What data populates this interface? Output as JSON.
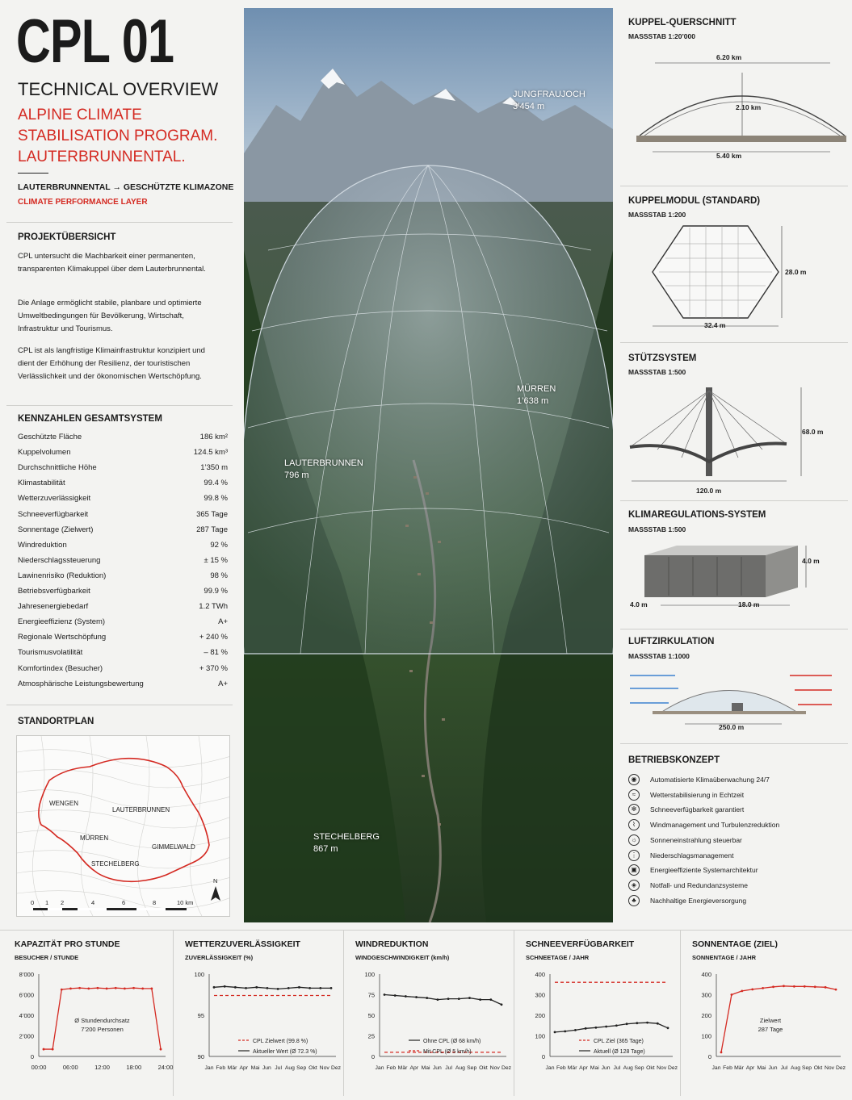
{
  "header": {
    "title": "CPL 01",
    "subtitle": "TECHNICAL OVERVIEW",
    "red_lines": [
      "ALPINE CLIMATE",
      "STABILISATION PROGRAM.",
      "LAUTERBRUNNENTAL."
    ],
    "route": "LAUTERBRUNNENTAL → GESCHÜTZTE KLIMAZONE",
    "route_sub": "CLIMATE PERFORMANCE LAYER"
  },
  "overview": {
    "title": "PROJEKTÜBERSICHT",
    "paragraphs": [
      "CPL untersucht die Machbarkeit einer permanenten, transparenten Klimakuppel über dem Lauterbrunnental.",
      "Die Anlage ermöglicht stabile, planbare und optimierte Umweltbedingungen für Bevölkerung, Wirtschaft, Infrastruktur und Tourismus.",
      "CPL ist als langfristige Klimainfrastruktur konzipiert und dient der Erhöhung der Resilienz, der touristischen Verlässlichkeit und der ökonomischen Wertschöpfung."
    ]
  },
  "kennzahlen": {
    "title": "KENNZAHLEN GESAMTSYSTEM",
    "rows": [
      {
        "label": "Geschützte Fläche",
        "value": "186 km²"
      },
      {
        "label": "Kuppelvolumen",
        "value": "124.5 km³"
      },
      {
        "label": "Durchschnittliche Höhe",
        "value": "1’350 m"
      },
      {
        "label": "Klimastabilität",
        "value": "99.4 %"
      },
      {
        "label": "Wetterzuverlässigkeit",
        "value": "99.8 %"
      },
      {
        "label": "Schneeverfügbarkeit",
        "value": "365 Tage"
      },
      {
        "label": "Sonnentage (Zielwert)",
        "value": "287 Tage"
      },
      {
        "label": "Windreduktion",
        "value": "92 %"
      },
      {
        "label": "Niederschlagssteuerung",
        "value": "± 15 %"
      },
      {
        "label": "Lawinenrisiko (Reduktion)",
        "value": "98 %"
      },
      {
        "label": "Betriebsverfügbarkeit",
        "value": "99.9 %"
      },
      {
        "label": "Jahresenergiebedarf",
        "value": "1.2 TWh"
      },
      {
        "label": "Energieeffizienz (System)",
        "value": "A+"
      },
      {
        "label": "Regionale Wertschöpfung",
        "value": "+ 240 %"
      },
      {
        "label": "Tourismusvolatilität",
        "value": "– 81 %"
      },
      {
        "label": "Komfortindex (Besucher)",
        "value": "+ 370 %"
      },
      {
        "label": "Atmosphärische Leistungsbewertung",
        "value": "A+"
      }
    ]
  },
  "standort": {
    "title": "STANDORTPLAN",
    "labels": [
      "WENGEN",
      "LAUTERBRUNNEN",
      "MÜRREN",
      "GIMMELWALD",
      "STECHELBERG"
    ],
    "scale": [
      "0",
      "1",
      "2",
      "4",
      "6",
      "8",
      "10 km"
    ],
    "north": "N"
  },
  "center": {
    "places": [
      {
        "name": "JUNGFRAUJOCH",
        "elev": "3’454 m"
      },
      {
        "name": "MÜRREN",
        "elev": "1’638 m"
      },
      {
        "name": "LAUTERBRUNNEN",
        "elev": "796 m"
      },
      {
        "name": "STECHELBERG",
        "elev": "867 m"
      }
    ]
  },
  "right": {
    "querschnitt": {
      "title": "KUPPEL-QUERSCHNITT",
      "scale": "MASSSTAB 1:20’000",
      "top": "6.20 km",
      "height": "2.10 km",
      "base": "5.40 km"
    },
    "modul": {
      "title": "KUPPELMODUL (STANDARD)",
      "scale": "MASSSTAB 1:200",
      "height": "28.0 m",
      "width": "32.4 m"
    },
    "stuetz": {
      "title": "STÜTZSYSTEM",
      "scale": "MASSSTAB 1:500",
      "height": "68.0 m",
      "width": "120.0 m"
    },
    "klima": {
      "title": "KLIMAREGULATIONS-SYSTEM",
      "scale": "MASSSTAB 1:500",
      "height": "4.0 m",
      "depth": "4.0 m",
      "length": "18.0 m"
    },
    "luft": {
      "title": "LUFTZIRKULATION",
      "scale": "MASSSTAB 1:1000",
      "width": "250.0 m"
    },
    "betrieb": {
      "title": "BETRIEBSKONZEPT",
      "items": [
        "Automatisierte Klimaüberwachung 24/7",
        "Wetterstabilisierung in Echtzeit",
        "Schneeverfügbarkeit garantiert",
        "Windmanagement und Turbulenzreduktion",
        "Sonneneinstrahlung steuerbar",
        "Niederschlagsmanagement",
        "Energieeffiziente Systemarchitektur",
        "Notfall- und Redundanzsysteme",
        "Nachhaltige Energieversorgung"
      ],
      "icons": [
        "sensor-icon",
        "wind-icon",
        "snowflake-icon",
        "turbine-icon",
        "sun-icon",
        "rain-icon",
        "chip-icon",
        "shield-icon",
        "leaf-icon"
      ]
    }
  },
  "chart_data": [
    {
      "type": "line",
      "title": "KAPAZITÄT PRO STUNDE",
      "subtitle": "BESUCHER / STUNDE",
      "x": [
        "00:00",
        "06:00",
        "12:00",
        "18:00",
        "24:00"
      ],
      "ylim": [
        0,
        8000
      ],
      "yticks": [
        "0",
        "2’000",
        "4’000",
        "6’000",
        "8’000"
      ],
      "series": [
        {
          "values": [
            700,
            700,
            6500,
            6600,
            6650,
            6600,
            6650,
            6600,
            6650,
            6600,
            6650,
            6600,
            6600,
            700
          ],
          "color": "#d42a22"
        }
      ],
      "annotation": [
        "Ø Stundendurchsatz",
        "7’200 Personen"
      ]
    },
    {
      "type": "line",
      "title": "WETTERZUVERLÄSSIGKEIT",
      "subtitle": "ZUVERLÄSSIGKEIT (%)",
      "x": [
        "Jan",
        "Feb",
        "Mär",
        "Apr",
        "Mai",
        "Jun",
        "Jul",
        "Aug",
        "Sep",
        "Okt",
        "Nov",
        "Dez"
      ],
      "ylim": [
        90,
        100
      ],
      "yticks": [
        "90",
        "95",
        "100"
      ],
      "series": [
        {
          "name": "CPL Zielwert (99.8 %)",
          "values": [
            97.4,
            97.4,
            97.4,
            97.4,
            97.4,
            97.4,
            97.4,
            97.4,
            97.4,
            97.4,
            97.4,
            97.4
          ],
          "color": "#d42a22",
          "dashed": true
        },
        {
          "name": "Aktueller Wert (Ø 72.3 %)",
          "values": [
            98.4,
            98.5,
            98.4,
            98.3,
            98.4,
            98.3,
            98.2,
            98.3,
            98.4,
            98.3,
            98.3,
            98.3
          ],
          "color": "#222"
        }
      ]
    },
    {
      "type": "line",
      "title": "WINDREDUKTION",
      "subtitle": "WINDGESCHWINDIGKEIT (km/h)",
      "x": [
        "Jan",
        "Feb",
        "Mär",
        "Apr",
        "Mai",
        "Jun",
        "Jul",
        "Aug",
        "Sep",
        "Okt",
        "Nov",
        "Dez"
      ],
      "ylim": [
        0,
        100
      ],
      "yticks": [
        "0",
        "25",
        "50",
        "75",
        "100"
      ],
      "series": [
        {
          "name": "Ohne CPL (Ø 68 km/h)",
          "values": [
            75,
            74,
            73,
            72,
            71,
            69,
            70,
            70,
            71,
            69,
            69,
            63
          ],
          "color": "#222"
        },
        {
          "name": "Mit CPL (Ø 5 km/h)",
          "values": [
            5,
            5,
            5,
            5,
            5,
            5,
            5,
            5,
            5,
            5,
            5,
            5
          ],
          "color": "#d42a22",
          "dashed": true
        }
      ]
    },
    {
      "type": "line",
      "title": "SCHNEEVERFÜGBARKEIT",
      "subtitle": "SCHNEETAGE / JAHR",
      "x": [
        "Jan",
        "Feb",
        "Mär",
        "Apr",
        "Mai",
        "Jun",
        "Jul",
        "Aug",
        "Sep",
        "Okt",
        "Nov",
        "Dez"
      ],
      "ylim": [
        0,
        400
      ],
      "yticks": [
        "0",
        "100",
        "200",
        "300",
        "400"
      ],
      "series": [
        {
          "name": "CPL Ziel (365 Tage)",
          "values": [
            360,
            360,
            360,
            360,
            360,
            360,
            360,
            360,
            360,
            360,
            360,
            360
          ],
          "color": "#d42a22",
          "dashed": true
        },
        {
          "name": "Aktuell (Ø 128 Tage)",
          "values": [
            118,
            122,
            128,
            136,
            140,
            145,
            150,
            158,
            162,
            164,
            160,
            138
          ],
          "color": "#222"
        }
      ]
    },
    {
      "type": "line",
      "title": "SONNENTAGE (ZIEL)",
      "subtitle": "SONNENTAGE / JAHR",
      "x": [
        "Jan",
        "Feb",
        "Mär",
        "Apr",
        "Mai",
        "Jun",
        "Jul",
        "Aug",
        "Sep",
        "Okt",
        "Nov",
        "Dez"
      ],
      "ylim": [
        0,
        400
      ],
      "yticks": [
        "0",
        "100",
        "200",
        "300",
        "400"
      ],
      "series": [
        {
          "values": [
            20,
            300,
            318,
            326,
            332,
            338,
            342,
            340,
            340,
            338,
            336,
            325
          ],
          "color": "#d42a22"
        }
      ],
      "annotation": [
        "Zielwert",
        "287 Tage"
      ]
    }
  ]
}
